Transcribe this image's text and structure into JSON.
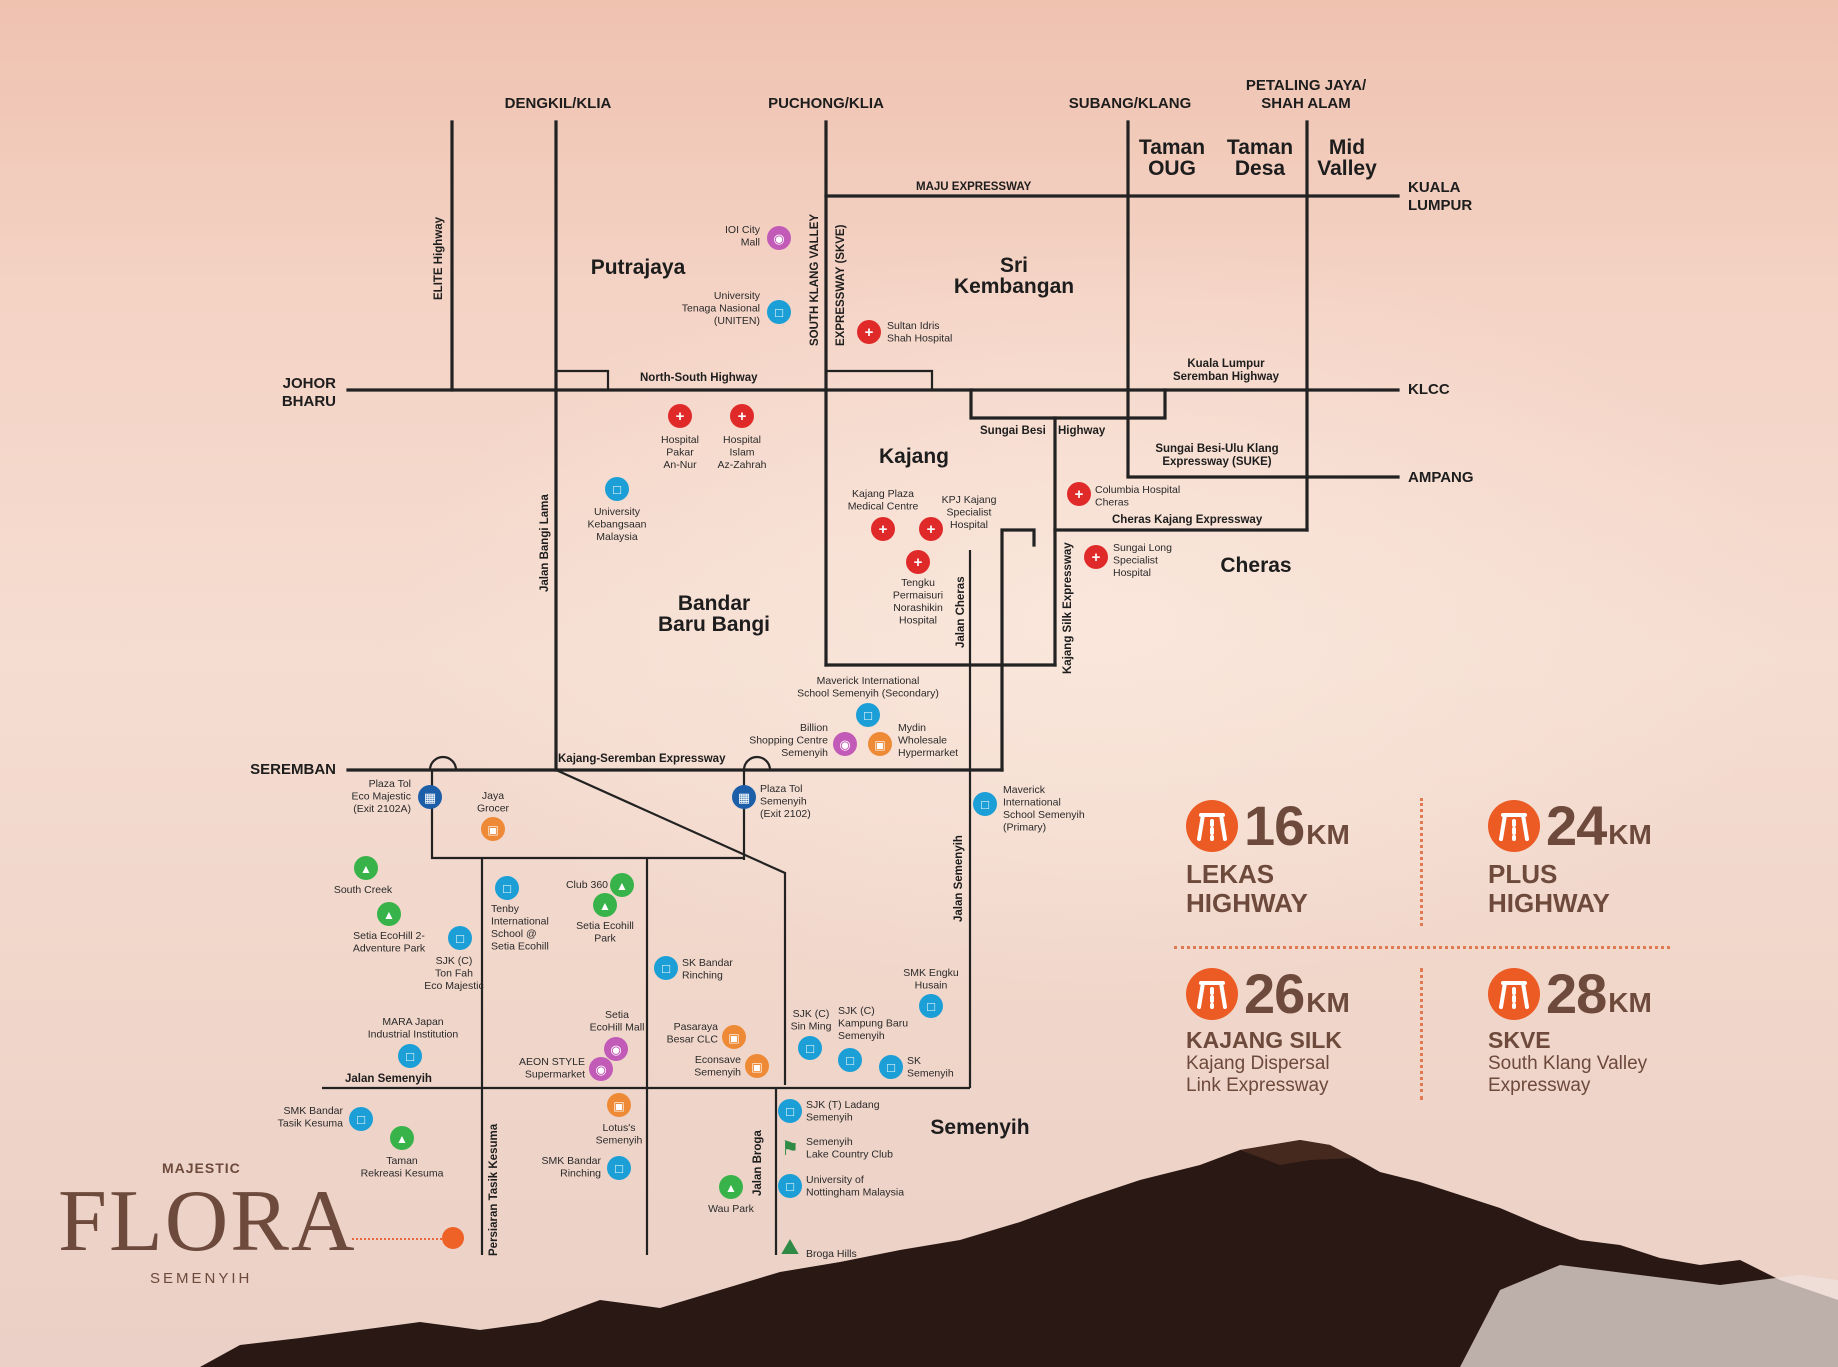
{
  "directions": {
    "dengkil": "DENGKIL/KLIA",
    "puchong": "PUCHONG/KLIA",
    "subang": "SUBANG/KLANG",
    "petaling_1": "PETALING JAYA/",
    "petaling_2": "SHAH ALAM",
    "kl_1": "KUALA",
    "kl_2": "LUMPUR",
    "klcc": "KLCC",
    "ampang": "AMPANG",
    "johor_1": "JOHOR",
    "johor_2": "BHARU",
    "seremban": "SEREMBAN"
  },
  "areas": {
    "oug_1": "Taman",
    "oug_2": "OUG",
    "desa_1": "Taman",
    "desa_2": "Desa",
    "mid_1": "Mid",
    "mid_2": "Valley",
    "putrajaya": "Putrajaya",
    "sri_1": "Sri",
    "sri_2": "Kembangan",
    "kajang": "Kajang",
    "cheras": "Cheras",
    "bangi_1": "Bandar",
    "bangi_2": "Baru Bangi",
    "semenyih": "Semenyih"
  },
  "highways": {
    "elite": "ELITE Highway",
    "skve_1": "SOUTH KLANG VALLEY",
    "skve_2": "EXPRESSWAY (SKVE)",
    "maju": "MAJU EXPRESSWAY",
    "nsh": "North-South Highway",
    "klsh_1": "Kuala Lumpur",
    "klsh_2": "Seremban Highway",
    "sungai_besi": "Sungai Besi",
    "highway_word": "Highway",
    "suke_1": "Sungai Besi-Ulu Klang",
    "suke_2": "Expressway (SUKE)",
    "cheras_kajang": "Cheras Kajang Expressway",
    "jalan_bangi_lama": "Jalan Bangi Lama",
    "jalan_cheras": "Jalan Cheras",
    "kajang_silk": "Kajang Silk Expressway",
    "kajang_seremban": "Kajang-Seremban Expressway",
    "jalan_semenyih_v": "Jalan Semenyih",
    "jalan_semenyih_h": "Jalan Semenyih",
    "tasik_kesuma": "Persiaran Tasik Kesuma",
    "jalan_broga": "Jalan Broga"
  },
  "pois": {
    "ioi": [
      "IOI City",
      "Mall"
    ],
    "uniten": [
      "University",
      "Tenaga Nasional",
      "(UNITEN)"
    ],
    "sultan_idris": [
      "Sultan Idris",
      "Shah Hospital"
    ],
    "hosp_annur": [
      "Hospital",
      "Pakar",
      "An-Nur"
    ],
    "hosp_azzahrah": [
      "Hospital",
      "Islam",
      "Az-Zahrah"
    ],
    "ukm": [
      "University",
      "Kebangsaan",
      "Malaysia"
    ],
    "kajang_plaza": [
      "Kajang Plaza",
      "Medical Centre"
    ],
    "kpj": [
      "KPJ Kajang",
      "Specialist",
      "Hospital"
    ],
    "tengku": [
      "Tengku",
      "Permaisuri",
      "Norashikin",
      "Hospital"
    ],
    "columbia": [
      "Columbia Hospital",
      "Cheras"
    ],
    "sungai_long": [
      "Sungai Long",
      "Specialist",
      "Hospital"
    ],
    "maverick_sec": [
      "Maverick International",
      "School Semenyih (Secondary)"
    ],
    "billion": [
      "Billion",
      "Shopping Centre",
      "Semenyih"
    ],
    "mydin": [
      "Mydin",
      "Wholesale",
      "Hypermarket"
    ],
    "plaza_majestic": [
      "Plaza Tol",
      "Eco Majestic",
      "(Exit 2102A)"
    ],
    "jaya": [
      "Jaya",
      "Grocer"
    ],
    "plaza_semenyih": [
      "Plaza Tol",
      "Semenyih",
      "(Exit 2102)"
    ],
    "maverick_pri": [
      "Maverick",
      "International",
      "School Semenyih",
      "(Primary)"
    ],
    "south_creek": [
      "South Creek"
    ],
    "ecohill2": [
      "Setia EcoHill 2-",
      "Adventure Park"
    ],
    "sjk_tonfah": [
      "SJK (C)",
      "Ton Fah",
      "Eco Majestic"
    ],
    "tenby": [
      "Tenby",
      "International",
      "School @",
      "Setia Ecohill"
    ],
    "club360": [
      "Club 360"
    ],
    "ecohill_park": [
      "Setia Ecohill",
      "Park"
    ],
    "sk_rinching": [
      "SK Bandar",
      "Rinching"
    ],
    "smk_engku": [
      "SMK Engku",
      "Husain"
    ],
    "mara": [
      "MARA Japan",
      "Industrial Institution"
    ],
    "ecohill_mall": [
      "Setia",
      "EcoHill Mall"
    ],
    "aeon": [
      "AEON STYLE",
      "Supermarket"
    ],
    "pasaraya": [
      "Pasaraya",
      "Besar CLC"
    ],
    "econsave": [
      "Econsave",
      "Semenyih"
    ],
    "sjk_sinming": [
      "SJK (C)",
      "Sin Ming"
    ],
    "sjk_kampung": [
      "SJK (C)",
      "Kampung Baru",
      "Semenyih"
    ],
    "sk_semenyih": [
      "SK",
      "Semenyih"
    ],
    "smk_tasik": [
      "SMK Bandar",
      "Tasik Kesuma"
    ],
    "taman_rekreasi": [
      "Taman",
      "Rekreasi Kesuma"
    ],
    "lotus": [
      "Lotus's",
      "Semenyih"
    ],
    "smk_rinching": [
      "SMK Bandar",
      "Rinching"
    ],
    "wau": [
      "Wau Park"
    ],
    "sjkt_ladang": [
      "SJK (T) Ladang",
      "Semenyih"
    ],
    "lake_country": [
      "Semenyih",
      "Lake Country Club"
    ],
    "nottingham": [
      "University of",
      "Nottingham Malaysia"
    ],
    "broga": [
      "Broga Hills"
    ]
  },
  "distances": [
    {
      "num": "16",
      "unit": "KM",
      "name": "LEKAS\nHIGHWAY",
      "sub": ""
    },
    {
      "num": "24",
      "unit": "KM",
      "name": "PLUS\nHIGHWAY",
      "sub": ""
    },
    {
      "num": "26",
      "unit": "KM",
      "name": "KAJANG SILK",
      "sub": "Kajang Dispersal\nLink Expressway"
    },
    {
      "num": "28",
      "unit": "KM",
      "name": "SKVE",
      "sub": "South Klang Valley\nExpressway"
    }
  ],
  "logo": {
    "kicker": "MAJESTIC",
    "brand": "FLORA",
    "location": "SEMENYIH"
  },
  "colors": {
    "accent": "#ec5b24",
    "brand_text": "#6d4a3b",
    "hospital": "#e02a2a",
    "education": "#1c9fd6",
    "shopping": "#c25ab7",
    "grocery": "#ee8a35",
    "park": "#38b34a",
    "toll": "#1c5fa8"
  }
}
